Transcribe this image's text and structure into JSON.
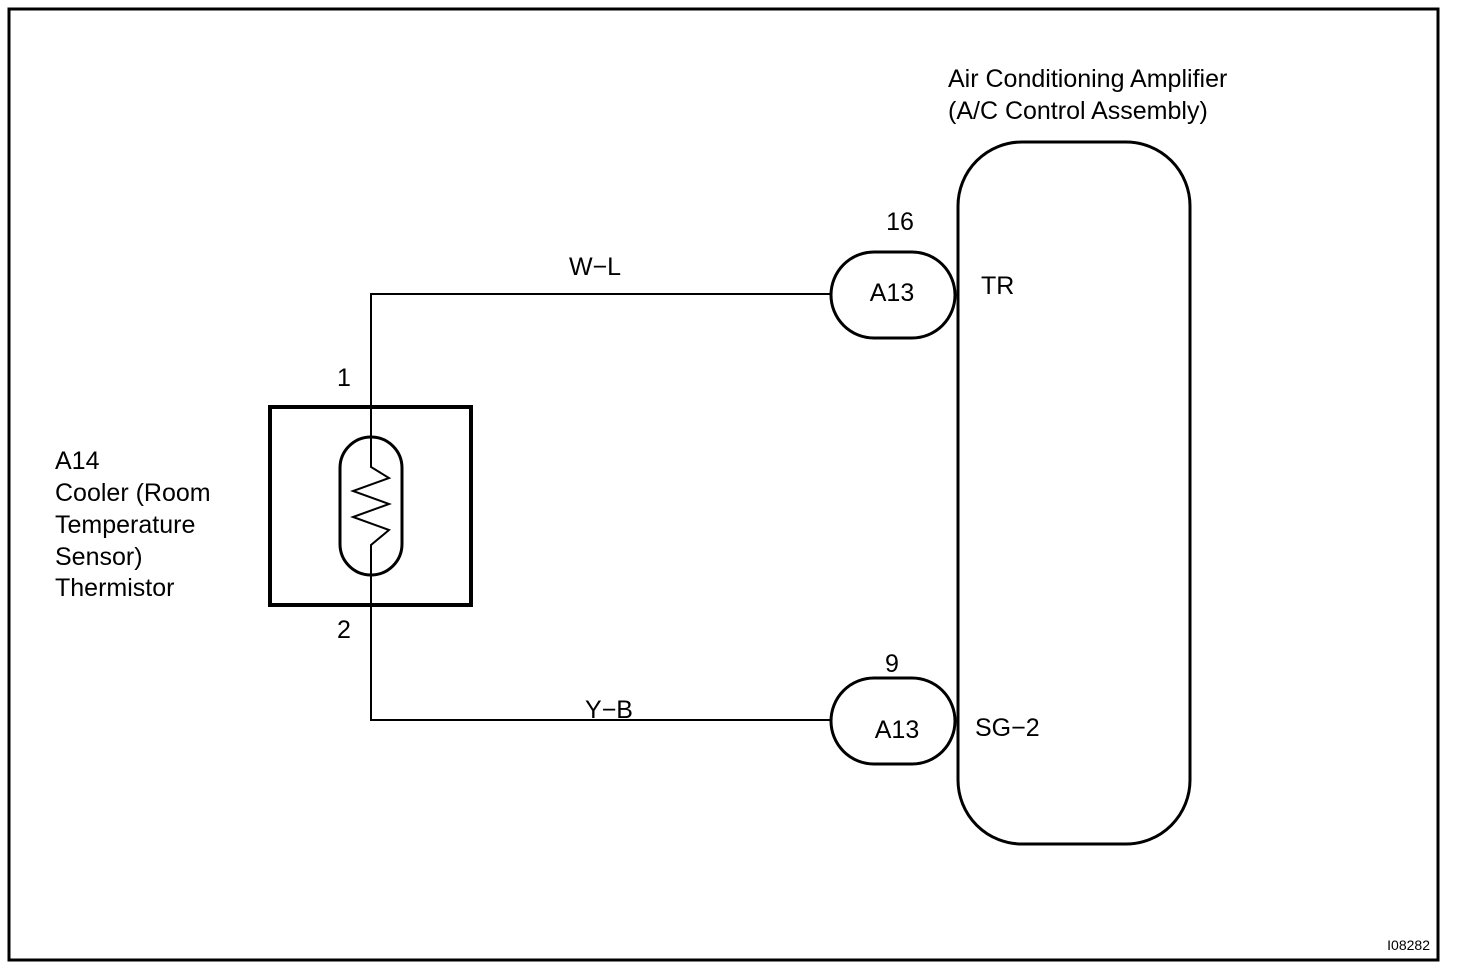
{
  "amplifier": {
    "title_line1": "Air Conditioning Amplifier",
    "title_line2": "(A/C Control Assembly)",
    "terminal_tr": "TR",
    "terminal_sg2": "SG−2"
  },
  "connectors": [
    {
      "name": "A13",
      "pin": "16"
    },
    {
      "name": "A13",
      "pin": "9"
    }
  ],
  "wires": {
    "upper": "W−L",
    "lower": "Y−B"
  },
  "sensor": {
    "label_line1": "A14",
    "label_line2": "Cooler (Room",
    "label_line3": "Temperature",
    "label_line4": "Sensor)",
    "label_line5": "Thermistor",
    "pin_top": "1",
    "pin_bottom": "2"
  },
  "figure_code": "I08282"
}
